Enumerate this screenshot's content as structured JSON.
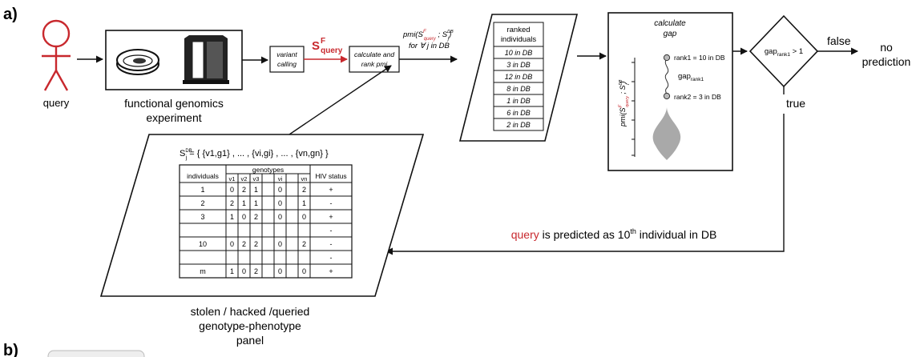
{
  "panel_label": "a)",
  "next_panel_label": "b)",
  "query": {
    "label": "query"
  },
  "experiment": {
    "label_line1": "functional genomics",
    "label_line2": "experiment"
  },
  "variant_calling": {
    "line1": "variant",
    "line2": "calling"
  },
  "sfquery": {
    "main": "S",
    "sup": "F",
    "sub": "query"
  },
  "calc_rank": {
    "line1": "calculate and",
    "line2": "rank pmi"
  },
  "pmi_formula": {
    "line1": "pmi(S",
    "sup": "F",
    "sub": "query",
    "mid": " ; S",
    "sup2": "DB",
    "sub2": "j",
    "close": ")",
    "line2": "for ∀ j  in DB"
  },
  "ranked": {
    "header_line1": "ranked",
    "header_line2": "individuals",
    "items": [
      "10 in DB",
      "3 in DB",
      "12 in DB",
      "8 in DB",
      "1 in DB",
      "6 in DB",
      "2 in DB"
    ]
  },
  "gap": {
    "title_line1": "calculate",
    "title_line2": "gap",
    "rank1": "rank1 = 10 in DB",
    "rank2": "rank2 = 3 in DB",
    "gap_label": "gap",
    "gap_sub": "rank1",
    "axis_label": "pmi(S",
    "axis_sup": "F",
    "axis_sub": "query",
    "axis_rest": " ; S",
    "axis_sup2": "DB",
    "axis_sub2": "j",
    "axis_close": ")"
  },
  "decision": {
    "text": "gap",
    "sub": "rank1",
    "rest": " > 1",
    "false_label": "false",
    "true_label": "true"
  },
  "no_prediction": {
    "line1": "no",
    "line2": "prediction"
  },
  "prediction_text": {
    "query": "query",
    "middle": " is predicted as 10",
    "sup": "th",
    "end": " individual in DB"
  },
  "panel": {
    "formula_S": "S",
    "formula_sup": "DB",
    "formula_sub": "j",
    "formula_rest": " = { {v",
    "formula_full": " = { {v1,g1} , ... , {vi,gi} , ... , {vn,gn} }",
    "caption_line1": "stolen / hacked /queried",
    "caption_line2": "genotype-phenotype",
    "caption_line3": "panel",
    "table": {
      "col_individuals": "individuals",
      "col_genotypes": "genotypes",
      "col_status": "HIV status",
      "sub_headers": [
        "v1",
        "v2",
        "v3",
        "",
        "vi",
        "",
        "vn"
      ],
      "rows": [
        {
          "id": "1",
          "g": [
            "0",
            "2",
            "1",
            "",
            "0",
            "",
            "2"
          ],
          "status": "+"
        },
        {
          "id": "2",
          "g": [
            "2",
            "1",
            "1",
            "",
            "0",
            "",
            "1"
          ],
          "status": "-"
        },
        {
          "id": "3",
          "g": [
            "1",
            "0",
            "2",
            "",
            "0",
            "",
            "0"
          ],
          "status": "+"
        },
        {
          "id": "",
          "g": [
            "",
            "",
            "",
            "",
            "",
            "",
            ""
          ],
          "status": "-"
        },
        {
          "id": "10",
          "g": [
            "0",
            "2",
            "2",
            "",
            "0",
            "",
            "2"
          ],
          "status": "-"
        },
        {
          "id": "",
          "g": [
            "",
            "",
            "",
            "",
            "",
            "",
            ""
          ],
          "status": "-"
        },
        {
          "id": "m",
          "g": [
            "1",
            "0",
            "2",
            "",
            "0",
            "",
            "0"
          ],
          "status": "+"
        }
      ]
    }
  },
  "colors": {
    "accent_red": "#c8282d",
    "dark": "#111111",
    "violin": "#a9a9a9"
  }
}
